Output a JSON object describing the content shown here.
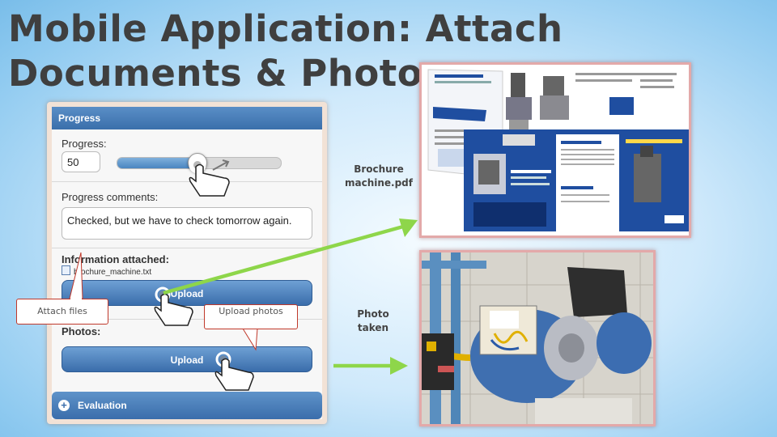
{
  "title": "Mobile Application: Attach Documents & Photos",
  "app": {
    "header": "Progress",
    "progress_label": "Progress:",
    "progress_value": "50",
    "progress_fraction": 0.5,
    "comments_label": "Progress comments:",
    "comments_value": "Checked, but we have to check tomorrow again.",
    "info_label": "Information attached:",
    "attached_file": "brochure_machine.txt",
    "upload_label": "Upload",
    "photos_label": "Photos:",
    "photos_upload_label": "Upload",
    "evaluation_label": "Evaluation"
  },
  "callouts": {
    "attach_files": "Attach files",
    "upload_photos": "Upload photos"
  },
  "side_labels": {
    "brochure": "Brochure machine.pdf",
    "photo": "Photo taken"
  },
  "colors": {
    "accent_blue": "#3a6dab",
    "arrow_green": "#8ed64a",
    "callout_border": "#c0392b"
  }
}
